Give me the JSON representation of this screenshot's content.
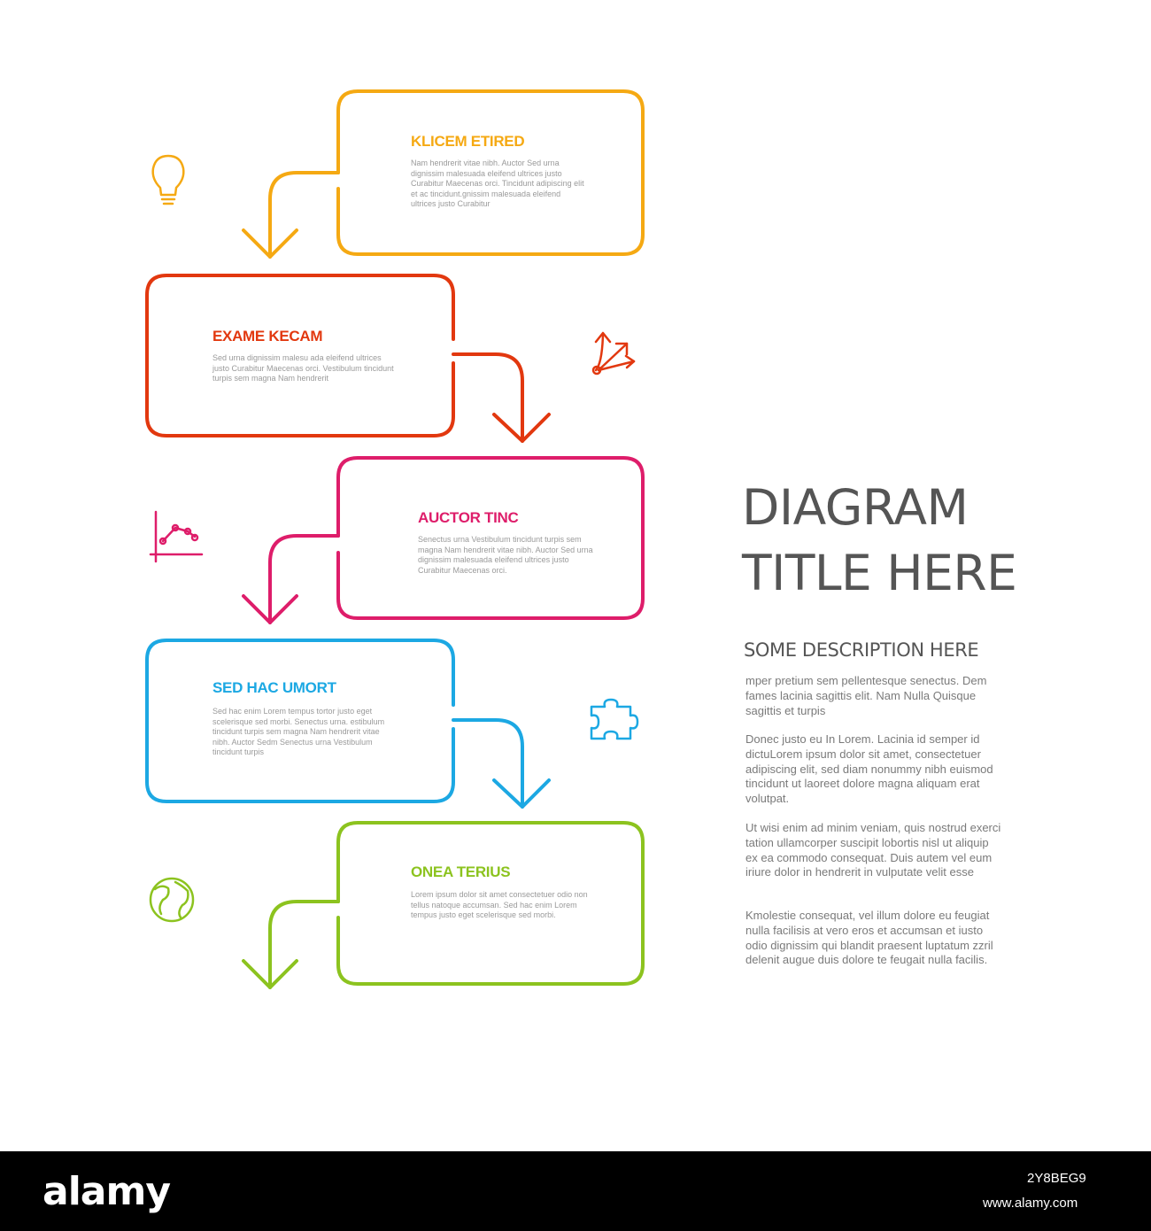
{
  "steps": [
    {
      "title": "KLICEM ETIRED",
      "text": "Nam hendrerit vitae nibh. Auctor Sed urna dignissim malesuada eleifend ultrices justo Curabitur Maecenas orci. Tincidunt adipiscing elit et ac tincidunt.gnissim malesuada eleifend ultrices justo Curabitur",
      "color": "#f5a913",
      "icon": "lightbulb-icon"
    },
    {
      "title": "EXAME KECAM",
      "text": "Sed urna dignissim malesu ada eleifend ultrices justo Curabitur Maecenas orci. Vestibulum tincidunt turpis sem magna Nam hendrerit",
      "color": "#e2380f",
      "icon": "diverging-arrows-icon"
    },
    {
      "title": "AUCTOR TINC",
      "text": "Senectus urna Vestibulum tincidunt turpis sem magna Nam hendrerit vitae nibh. Auctor Sed urna dignissim malesuada eleifend ultrices justo Curabitur Maecenas orci.",
      "color": "#de1d6a",
      "icon": "line-chart-icon"
    },
    {
      "title": "SED HAC UMORT",
      "text": "Sed hac enim Lorem tempus tortor justo eget scelerisque sed morbi. Senectus urna. estibulum tincidunt turpis sem magna Nam hendrerit vitae nibh. Auctor Sedm Senectus urna Vestibulum tincidunt turpis",
      "color": "#1ca8e3",
      "icon": "puzzle-icon"
    },
    {
      "title": "ONEA TERIUS",
      "text": "Lorem ipsum dolor sit amet consectetuer odio non tellus natoque accumsan. Sed hac enim Lorem tempus justo eget scelerisque sed morbi.",
      "color": "#8cc31f",
      "icon": "globe-icon"
    }
  ],
  "title_lines": [
    "DIAGRAM",
    "TITLE HERE"
  ],
  "description_heading": "SOME DESCRIPTION HERE",
  "paragraphs": [
    "mper pretium sem pellentesque senectus. Dem fames lacinia sagittis elit. Nam Nulla Quisque sagittis et turpis",
    "Donec justo eu In Lorem. Lacinia id semper id dictuLorem ipsum dolor sit amet, consectetuer adipiscing elit, sed diam nonummy nibh euismod tincidunt ut laoreet dolore magna aliquam erat volutpat.",
    "Ut wisi enim ad minim veniam, quis nostrud exerci tation ullamcorper suscipit lobortis nisl ut aliquip ex ea commodo consequat. Duis autem vel eum iriure dolor in hendrerit in vulputate velit esse",
    "Kmolestie consequat, vel illum dolore eu feugiat nulla facilisis at vero eros et accumsan et iusto odio dignissim qui blandit praesent luptatum zzril delenit augue duis dolore te feugait nulla facilis."
  ],
  "footer": {
    "logo": "alamy",
    "image_id": "2Y8BEG9",
    "url": "www.alamy.com"
  }
}
